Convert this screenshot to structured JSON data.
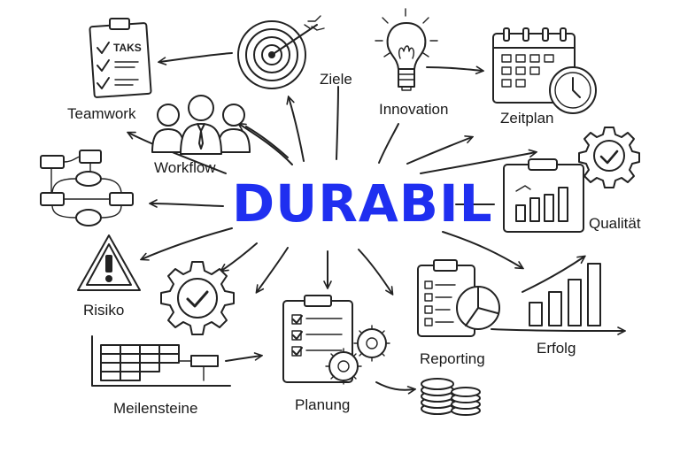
{
  "colors": {
    "accent": "#1f2ff0",
    "ink": "#222222"
  },
  "title": "DURABIL",
  "labels": {
    "teamwork": "Teamwork",
    "workflow": "Workflow",
    "ziele": "Ziele",
    "innovation": "Innovation",
    "zeitplan": "Zeitplan",
    "qualitaet": "Qualität",
    "risiko": "Risiko",
    "meilensteine": "Meilensteine",
    "planung": "Planung",
    "reporting": "Reporting",
    "erfolg": "Erfolg"
  },
  "icon_text": {
    "taks": "TAKS"
  }
}
